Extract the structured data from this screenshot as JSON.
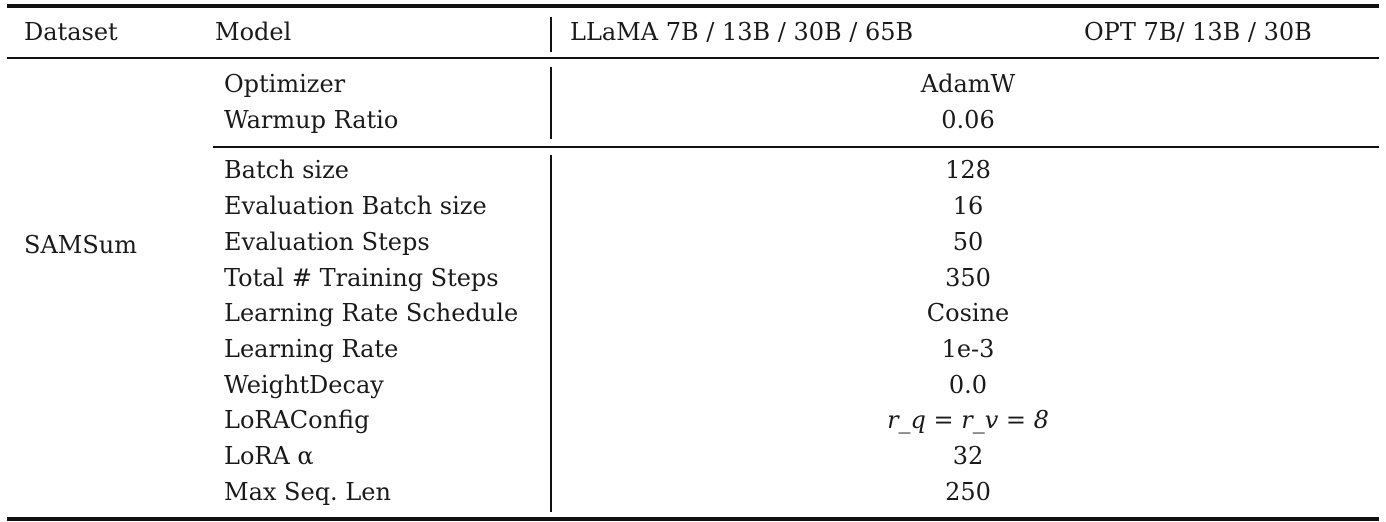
{
  "header": {
    "dataset": "Dataset",
    "model": "Model",
    "llama": "LLaMA 7B / 13B / 30B / 65B",
    "opt": "OPT 7B/ 13B / 30B"
  },
  "dataset_name": "SAMSum",
  "group1": [
    {
      "param": "Optimizer",
      "value": "AdamW"
    },
    {
      "param": "Warmup Ratio",
      "value": "0.06"
    }
  ],
  "group2": [
    {
      "param": "Batch size",
      "value": "128"
    },
    {
      "param": "Evaluation Batch size",
      "value": "16"
    },
    {
      "param": "Evaluation Steps",
      "value": "50"
    },
    {
      "param": "Total # Training Steps",
      "value": "350"
    },
    {
      "param": "Learning Rate Schedule",
      "value": "Cosine"
    },
    {
      "param": "Learning Rate",
      "value": "1e-3"
    },
    {
      "param": "WeightDecay",
      "value": "0.0"
    },
    {
      "param": "LoRAConfig",
      "value": "r_q = r_v = 8"
    },
    {
      "param": "LoRA α",
      "value": "32"
    },
    {
      "param": "Max Seq. Len",
      "value": "250"
    }
  ]
}
